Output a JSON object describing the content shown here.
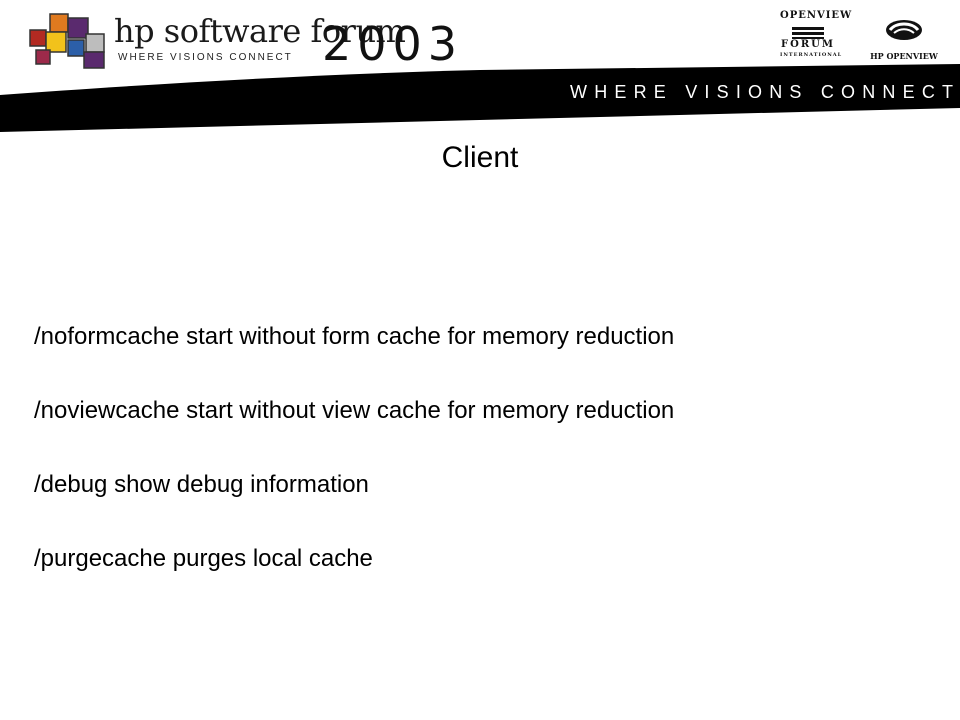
{
  "header": {
    "brand_name": "hp software forum",
    "brand_tagline": "WHERE VISIONS CONNECT",
    "brand_year": "2003",
    "band_text": "WHERE VISIONS CONNECT",
    "openview_forum_logo": {
      "line1": "OPENVIEW",
      "line2": "FORUM",
      "line3": "INTERNATIONAL"
    },
    "hp_openview_logo": {
      "label": "HP OPENVIEW"
    }
  },
  "slide": {
    "title": "Client",
    "options": [
      {
        "text": "/noformcache start without form cache for memory reduction"
      },
      {
        "text": "/noviewcache start without view cache for memory reduction"
      },
      {
        "text": "/debug show debug information"
      },
      {
        "text": "/purgecache purges local cache"
      }
    ]
  },
  "colors": {
    "band": "#000000",
    "band_text": "#ffffff",
    "logo_square_purple": "#5a2a6e",
    "logo_square_orange": "#e07a1f",
    "logo_square_yellow": "#f2c21b",
    "logo_square_red": "#b22a22",
    "logo_square_blue": "#2c5fa8",
    "logo_square_gray": "#bdbdbd"
  }
}
